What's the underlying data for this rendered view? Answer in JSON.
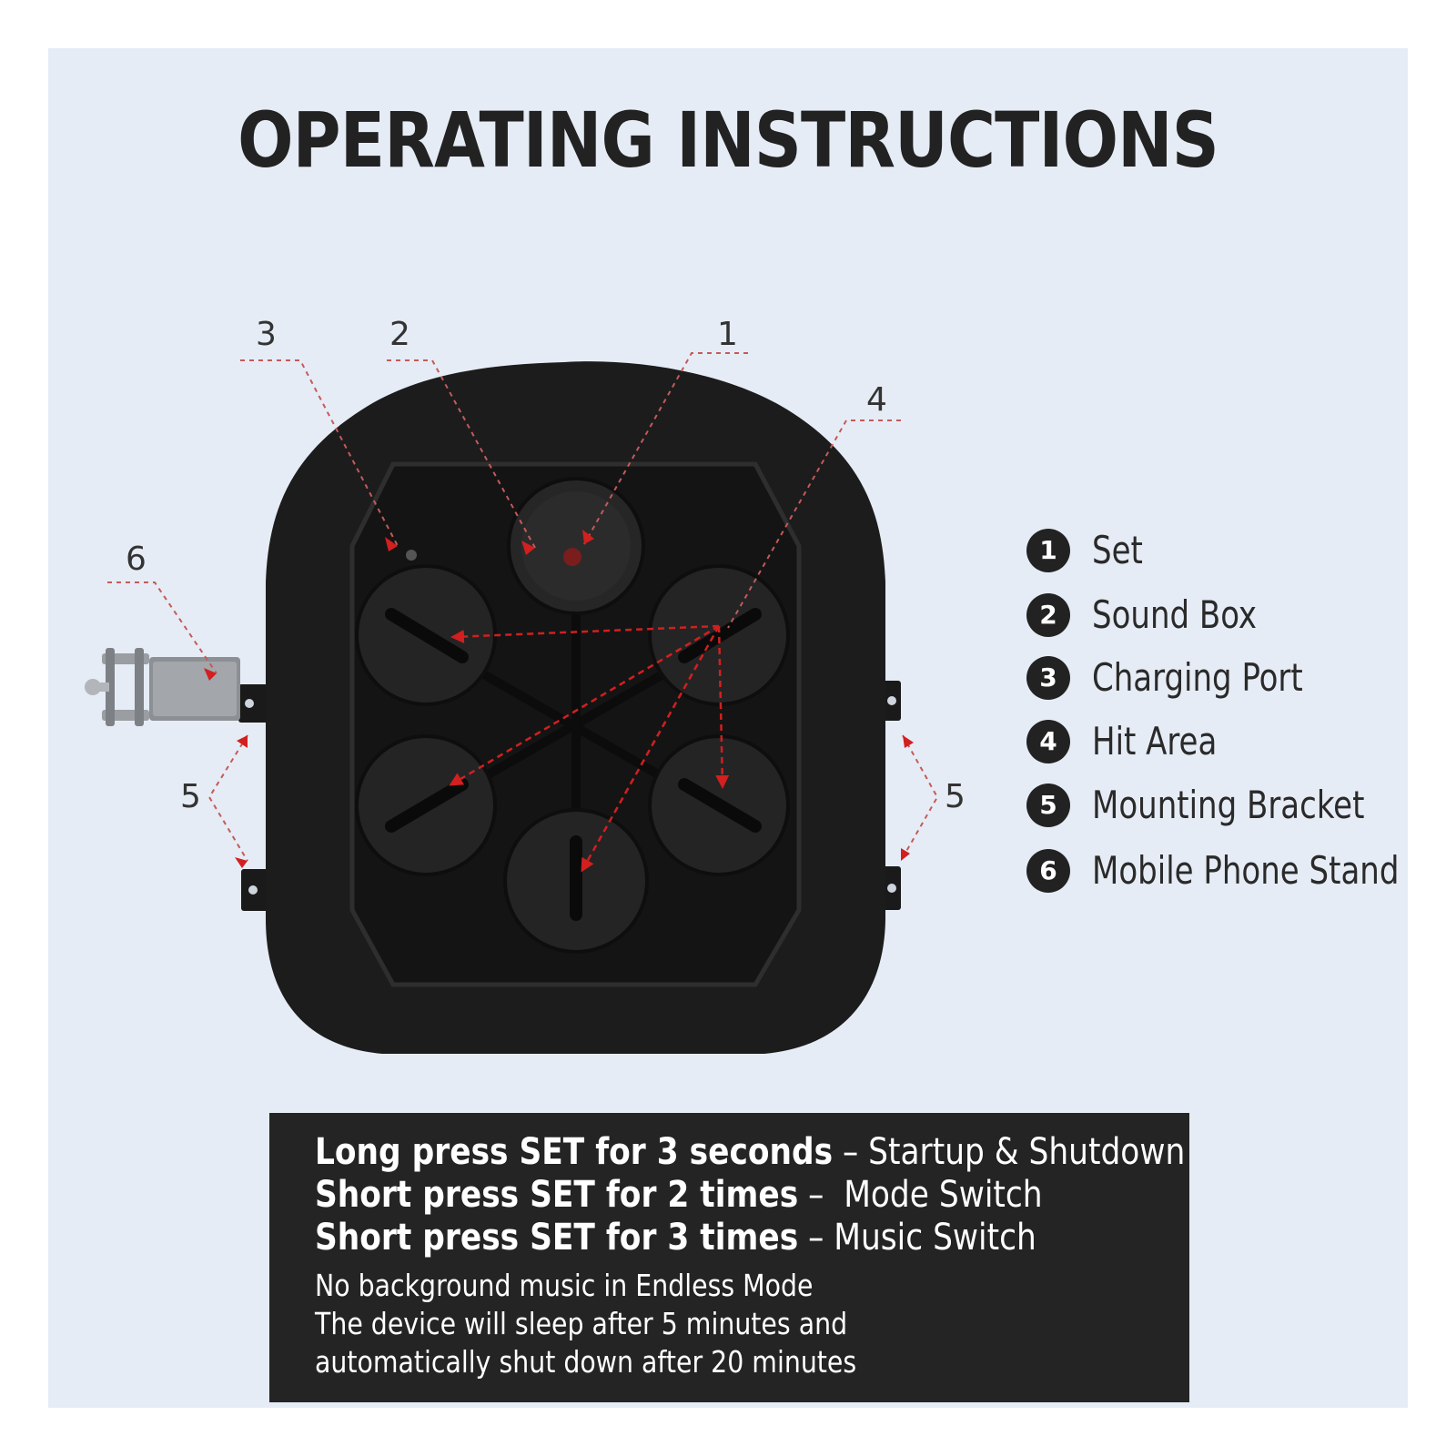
{
  "title": "OPERATING INSTRUCTIONS",
  "callouts": [
    "3",
    "2",
    "1",
    "4",
    "6",
    "5",
    "5"
  ],
  "legend": [
    {
      "num": "1",
      "label": "Set"
    },
    {
      "num": "2",
      "label": "Sound Box"
    },
    {
      "num": "3",
      "label": "Charging Port"
    },
    {
      "num": "4",
      "label": "Hit Area"
    },
    {
      "num": "5",
      "label": "Mounting Bracket"
    },
    {
      "num": "6",
      "label": "Mobile Phone Stand"
    }
  ],
  "instructions": [
    {
      "action": "Long press SET for 3 seconds",
      "sep": " – ",
      "result": "Startup & Shutdown"
    },
    {
      "action": "Short press SET for 2 times",
      "sep": " –  ",
      "result": "Mode Switch"
    },
    {
      "action": "Short press SET for 3 times",
      "sep": " – ",
      "result": "Music Switch"
    }
  ],
  "notes": [
    "No background music in Endless Mode",
    "The device will sleep after 5 minutes and",
    "automatically shut down after 20 minutes"
  ],
  "colors": {
    "background": "#e6ecf5",
    "device": "#1c1c1c",
    "pointer": "#d21f1f",
    "leader": "#c45a5a",
    "info_box": "#242424"
  }
}
